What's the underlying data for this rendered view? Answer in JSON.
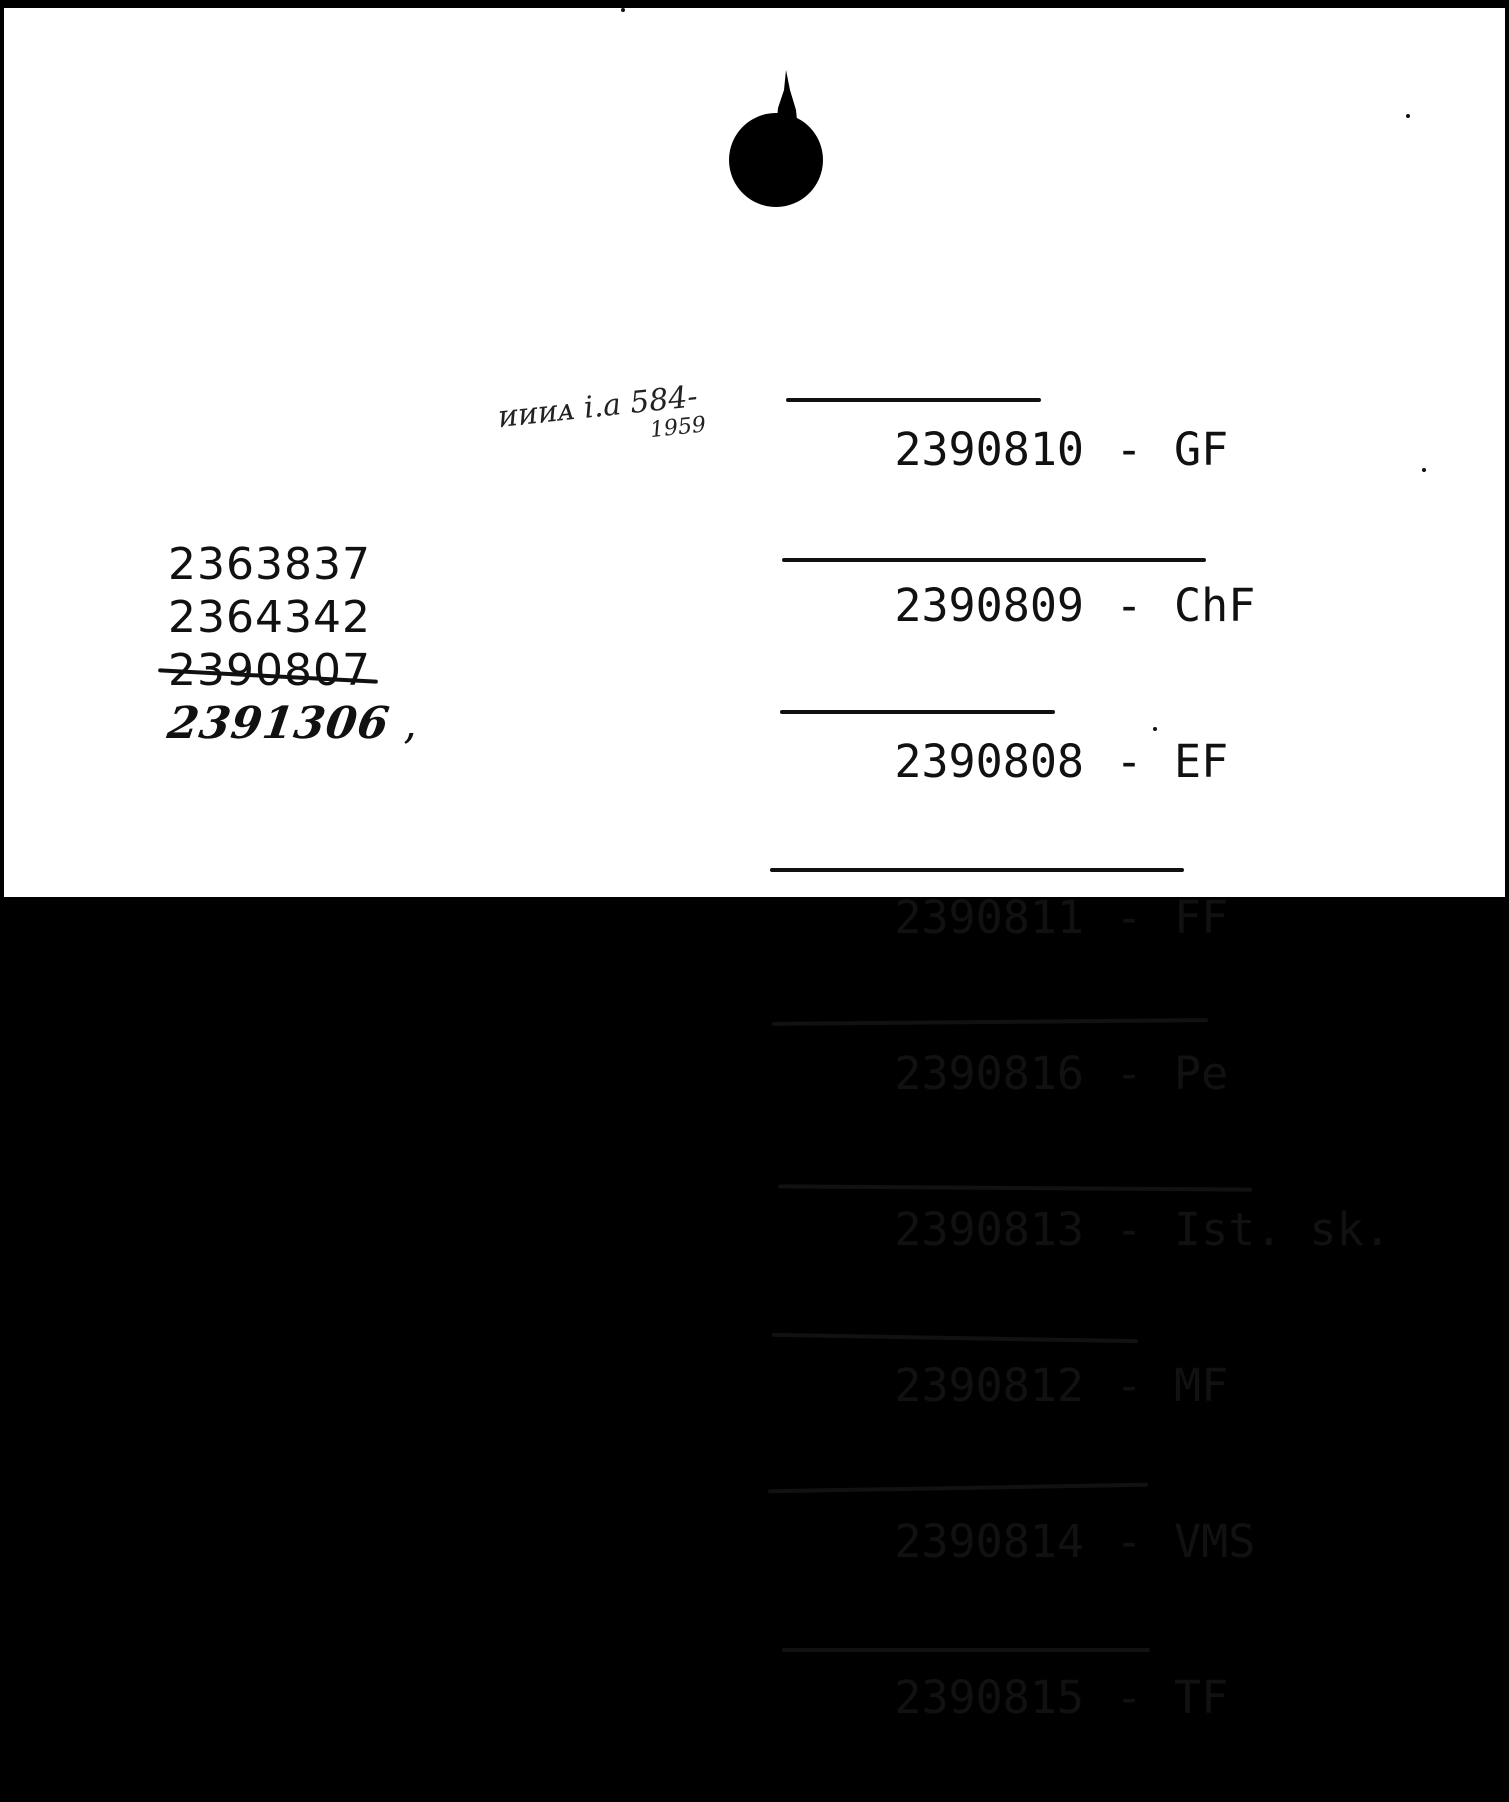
{
  "left_list": {
    "items": [
      {
        "text": "2363837",
        "struck": false,
        "handwritten": false
      },
      {
        "text": "2364342",
        "struck": false,
        "handwritten": false
      },
      {
        "text": "2390807",
        "struck": true,
        "handwritten": false
      },
      {
        "text": "2391306",
        "struck": false,
        "handwritten": true
      }
    ],
    "tick_mark": "’"
  },
  "pencil_note": {
    "text": "ᴎᴎᴎᴀ i.a 584-",
    "year": "1959"
  },
  "right_list": {
    "separator": "-",
    "items": [
      {
        "number": "2390810",
        "code": "GF"
      },
      {
        "number": "2390809",
        "code": "ChF"
      },
      {
        "number": "2390808",
        "code": "EF"
      },
      {
        "number": "2390811",
        "code": "FF"
      },
      {
        "number": "2390816",
        "code": "Pe"
      },
      {
        "number": "2390813",
        "code": "Ist. sk."
      },
      {
        "number": "2390812",
        "code": "MF"
      },
      {
        "number": "2390814",
        "code": "VMS"
      },
      {
        "number": "2390815",
        "code": "TF"
      }
    ]
  }
}
